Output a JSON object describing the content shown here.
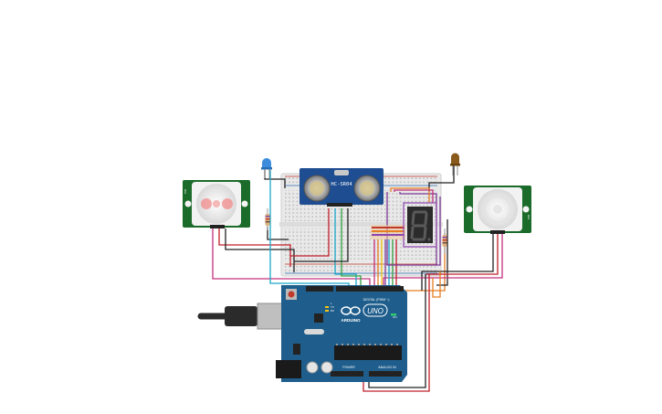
{
  "circuit": {
    "ultrasonic": {
      "model": "HC-SR04"
    },
    "arduino": {
      "brand": "ARDUINO",
      "model": "UNO",
      "digital_label": "DIGITAL (PWM ~)",
      "power_label": "POWER",
      "analog_label": "ANALOG IN",
      "tx_label": "TX",
      "rx_label": "RX",
      "l_label": "L",
      "on_label": "ON"
    },
    "pir": {
      "label": "PIR"
    },
    "seven_segment": {
      "digit": "8"
    }
  },
  "colors": {
    "board_blue": "#1f5e8c",
    "pcb_green": "#1b6b2a",
    "sensor_blue": "#1e4d91",
    "wire_red": "#c0202a",
    "wire_black": "#222222",
    "wire_magenta": "#c2307d",
    "wire_orange": "#e67e22",
    "wire_yellow": "#f1c40f",
    "wire_cyan": "#1ba7c9",
    "wire_purple": "#7d3c98",
    "wire_green": "#2e9e3e"
  }
}
